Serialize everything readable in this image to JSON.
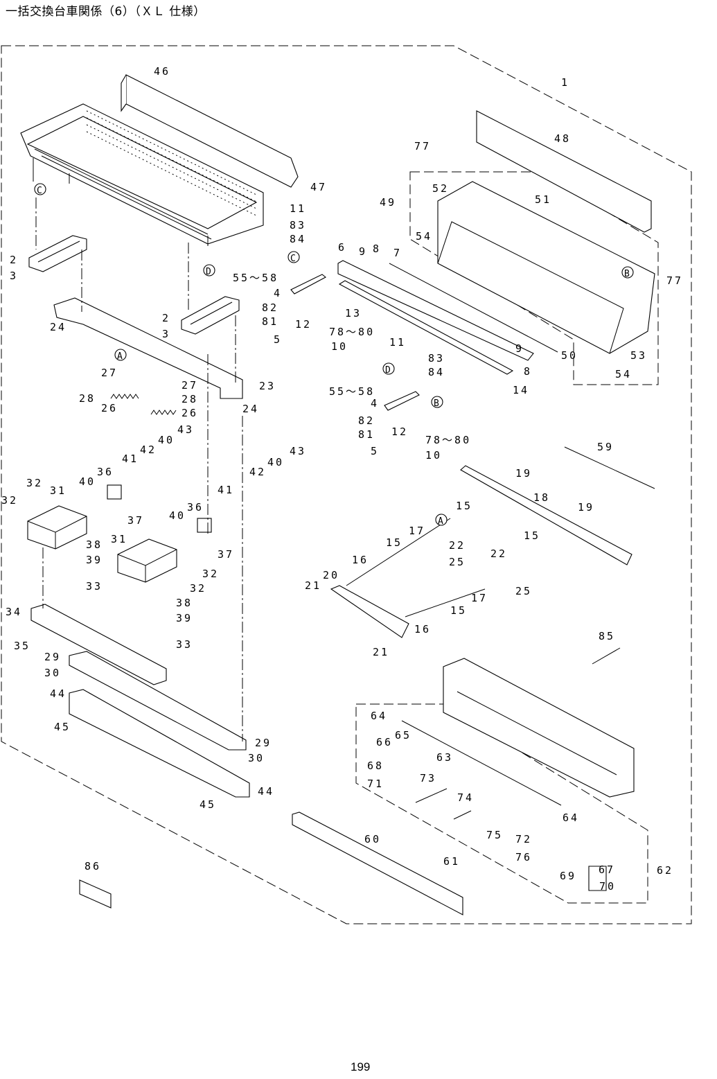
{
  "header": {
    "title": "一括交換台車関係（6）（ＸＬ 仕様）"
  },
  "footer": {
    "page_number": "199"
  },
  "callouts": [
    "1",
    "2",
    "3",
    "4",
    "5",
    "6",
    "7",
    "8",
    "9",
    "10",
    "11",
    "12",
    "13",
    "14",
    "15",
    "16",
    "17",
    "18",
    "19",
    "20",
    "21",
    "22",
    "23",
    "24",
    "25",
    "26",
    "27",
    "28",
    "29",
    "30",
    "31",
    "32",
    "33",
    "34",
    "35",
    "36",
    "37",
    "38",
    "39",
    "40",
    "41",
    "42",
    "43",
    "44",
    "45",
    "46",
    "47",
    "48",
    "49",
    "50",
    "51",
    "52",
    "53",
    "54",
    "55～58",
    "59",
    "60",
    "61",
    "62",
    "63",
    "64",
    "65",
    "66",
    "67",
    "68",
    "69",
    "70",
    "71",
    "72",
    "73",
    "74",
    "75",
    "76",
    "77",
    "78～80",
    "81",
    "82",
    "83",
    "84",
    "85",
    "86"
  ],
  "reference_markers": [
    "A",
    "B",
    "C",
    "D"
  ]
}
